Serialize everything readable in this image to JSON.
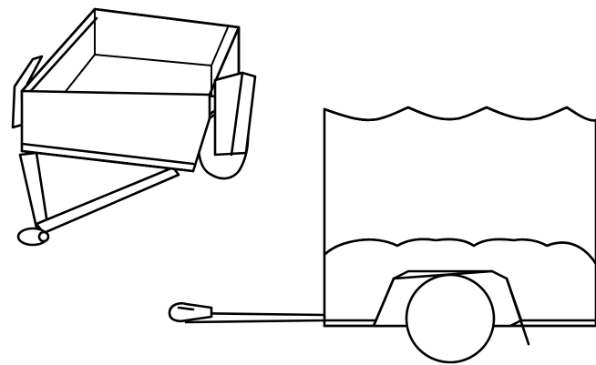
{
  "illustration": {
    "style": "black line drawing on white",
    "stroke_color": "#000000",
    "background_color": "#ffffff",
    "objects": [
      "open-box-trailer",
      "covered-trailer"
    ]
  }
}
